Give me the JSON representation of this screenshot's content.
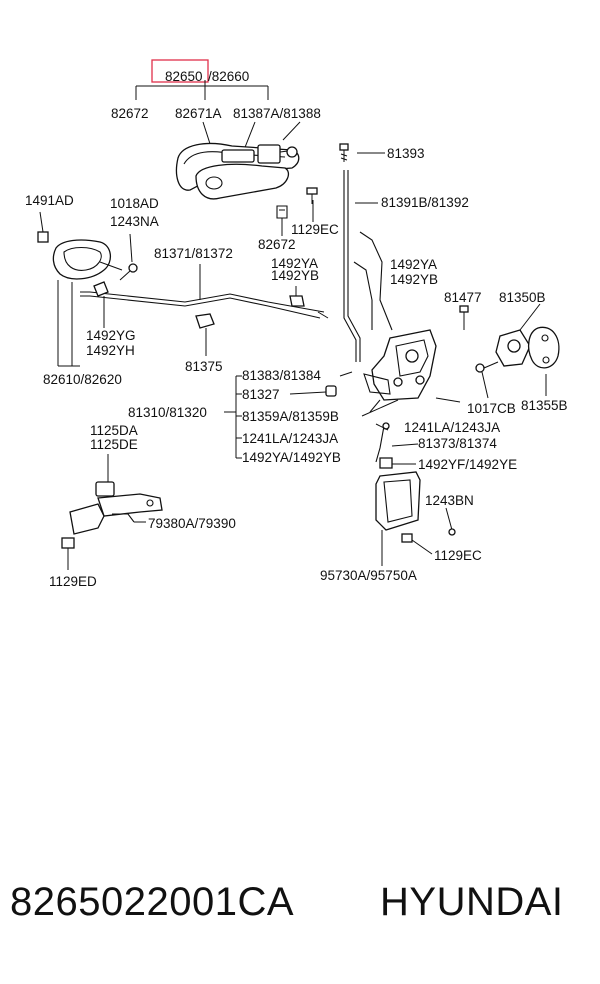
{
  "diagram": {
    "highlight_color": "#e0304a",
    "callouts": {
      "c_82650": "82650",
      "c_82660": "/82660",
      "c_82672_top": "82672",
      "c_82671A": "82671A",
      "c_81387A": "81387A/81388",
      "c_81393": "81393",
      "c_1491AD": "1491AD",
      "c_1018AD": "1018AD",
      "c_1243NA": "1243NA",
      "c_1129EC_a": "1129EC",
      "c_82672_mid": "82672",
      "c_81391B": "81391B/81392",
      "c_81371": "81371/81372",
      "c_1492YA_a": "1492YA",
      "c_1492YB_a": "1492YB",
      "c_1492YA_b": "1492YA",
      "c_1492YB_b": "1492YB",
      "c_81477": "81477",
      "c_81350B": "81350B",
      "c_1492YG": "1492YG",
      "c_1492YH": "1492YH",
      "c_81375": "81375",
      "c_82610": "82610/82620",
      "c_81383": "81383/81384",
      "c_81327": "81327",
      "c_81310": "81310/81320",
      "c_81359A": "81359A/81359B",
      "c_1241LA_a": "1241LA/1243JA",
      "c_1492YA_c": "1492YA/1492YB",
      "c_1017CB": "1017CB",
      "c_81355B": "81355B",
      "c_1241LA_b": "1241LA/1243JA",
      "c_81373": "81373/81374",
      "c_1492YF": "1492YF/1492YE",
      "c_1125DA": "1125DA",
      "c_1125DE": "1125DE",
      "c_79380A": "79380A/79390",
      "c_1243BN": "1243BN",
      "c_1129EC_b": "1129EC",
      "c_95730A": "95730A/95750A",
      "c_1129ED": "1129ED"
    }
  },
  "footer": {
    "part_number": "8265022001CA",
    "brand": "HYUNDAI"
  }
}
